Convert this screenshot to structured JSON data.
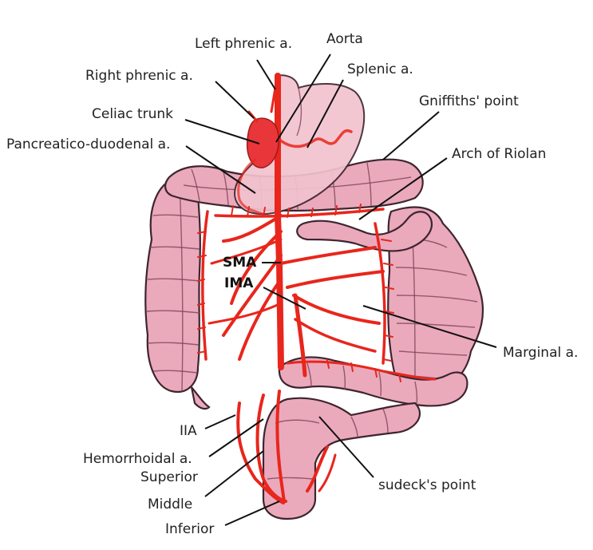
{
  "labels": {
    "left_phrenic": "Left phrenic a.",
    "aorta": "Aorta",
    "right_phrenic": "Right phrenic a.",
    "splenic": "Splenic a.",
    "celiac": "Celiac trunk",
    "griffiths": "Gniffiths' point",
    "pancreatico": "Pancreatico-duodenal a.",
    "riolan": "Arch of Riolan",
    "sma": "SMA",
    "ima": "IMA",
    "marginal": "Marginal a.",
    "iia": "IIA",
    "hemorrhoidal": "Hemorrhoidal a.",
    "superior": "Superior",
    "middle": "Middle",
    "inferior": "Inferior",
    "sudeck": "sudeck's point"
  },
  "colors": {
    "artery": "#e8261c",
    "bowel": "#eba9bc",
    "stomach": "#f2c3cf",
    "outline": "#3d2530"
  }
}
